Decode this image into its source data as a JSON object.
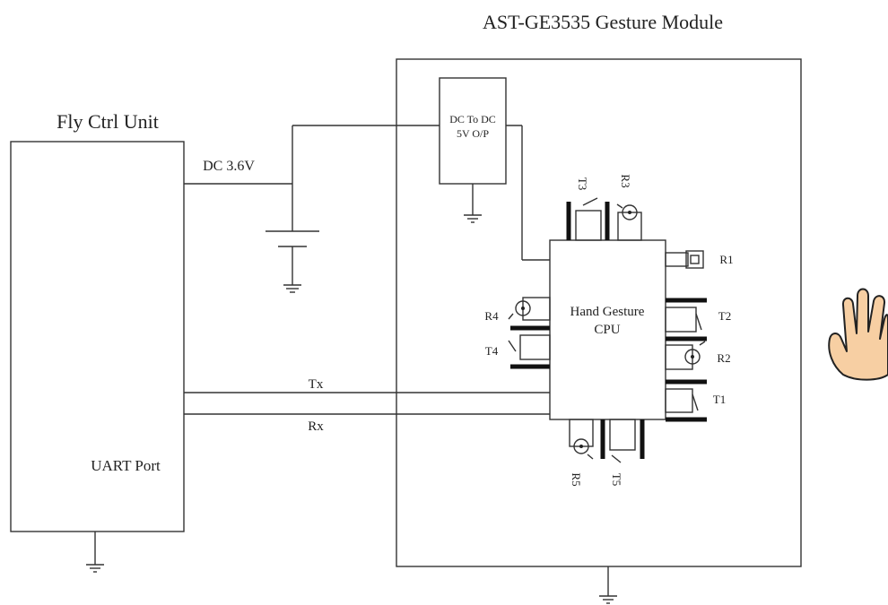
{
  "diagram": {
    "module_title": "AST-GE3535 Gesture Module",
    "fly_ctrl_title": "Fly Ctrl Unit",
    "uart_label": "UART Port",
    "voltage_label": "DC 3.6V",
    "dcdc_line1": "DC To DC",
    "dcdc_line2": "5V O/P",
    "cpu_line1": "Hand Gesture",
    "cpu_line2": "CPU",
    "tx_label": "Tx",
    "rx_label": "Rx",
    "components": {
      "t1": "T1",
      "t2": "T2",
      "t3": "T3",
      "t4": "T4",
      "t5": "T5",
      "r1": "R1",
      "r2": "R2",
      "r3": "R3",
      "r4": "R4",
      "r5": "R5"
    },
    "hand_icon": "hand-icon",
    "colors": {
      "line": "#333333",
      "hand_fill": "#f7cfa3",
      "hand_stroke": "#222222"
    }
  }
}
